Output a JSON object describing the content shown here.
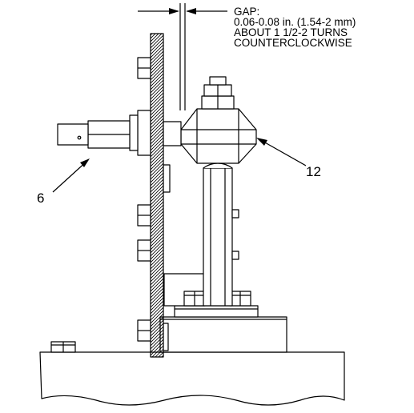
{
  "gap_note": {
    "title": "GAP:",
    "spec": "0.06-0.08 in. (1.54-2 mm)",
    "turns": "ABOUT 1 1/2-2 TURNS",
    "direction": "COUNTERCLOCKWISE"
  },
  "callouts": {
    "sensor": "6",
    "insulator": "12"
  },
  "colors": {
    "line": "#000000",
    "background": "#ffffff"
  }
}
